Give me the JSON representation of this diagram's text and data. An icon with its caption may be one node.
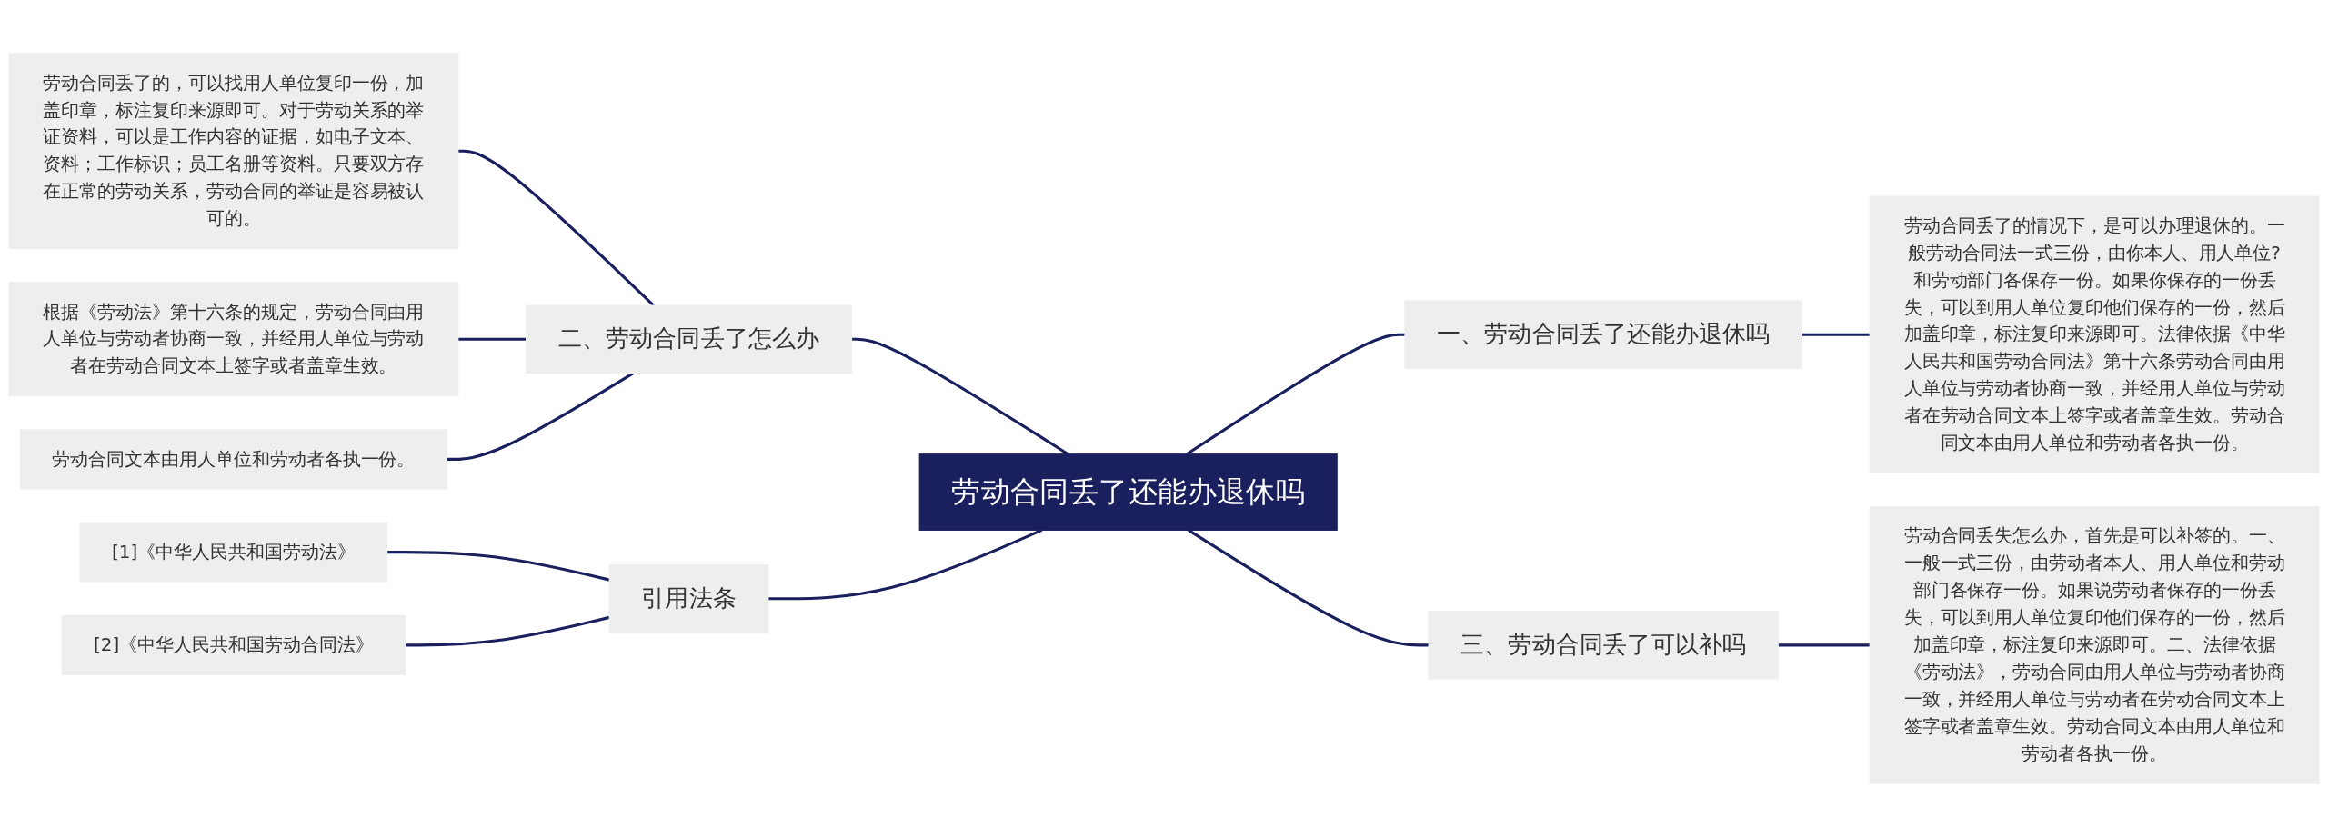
{
  "diagram": {
    "nodes": [
      {
        "text": [
          "劳动合同丢了还能办退休吗"
        ]
      },
      {
        "text": [
          "一、劳动合同丢了还能办退休吗"
        ]
      },
      {
        "text": [
          "劳动合同丢了的情况下，是可以办理退休的。一般劳动合同法一式三份，由你本人、用人单位?和劳动部门各保存一份。如果你保存的一份丢失，可以到用人单位复印他们保存的一份，然后加盖印章，标注复印来源即可。法律依据《中华人民共和国劳动合同法》第十六条劳动合同由用人单位与劳动者协商一致，并经用人单位与劳动者在劳动合同文本上签字或者盖章生效。劳动合同文本由用人单位和劳动者各执一份。"
        ]
      },
      {
        "text": [
          "三、劳动合同丢了可以补吗"
        ]
      },
      {
        "text": [
          "劳动合同丢失怎么办，首先是可以补签的。一、一般一式三份，由劳动者本人、用人单位和劳动部门各保存一份。如果说劳动者保存的一份丢失，可以到用人单位复印他们保存的一份，然后加盖印章，标注复印来源即可。二、法律依据《劳动法》，劳动合同由用人单位与劳动者协商一致，并经用人单位与劳动者在劳动合同文本上签字或者盖章生效。劳动合同文本由用人单位和劳动者各执一份。"
        ]
      },
      {
        "text": [
          "二、劳动合同丢了怎么办"
        ]
      },
      {
        "text": [
          "劳动合同丢了的，可以找用人单位复印一份，加盖印章，标注复印来源即可。对于劳动关系的举证资料，可以是工作内容的证据，如电子文本、资料；工作标识；员工名册等资料。只要双方存在正常的劳动关系，劳动合同的举证是容易被认可的。"
        ]
      },
      {
        "text": [
          "根据《劳动法》第十六条的规定，劳动合同由用人单位与劳动者协商一致，并经用人单位与劳动者在劳动合同文本上签字或者盖章生效。"
        ]
      },
      {
        "text": [
          "劳动合同文本由用人单位和劳动者各执一份。"
        ]
      },
      {
        "text": [
          "引用法条"
        ]
      },
      {
        "text": [
          "[1]《中华人民共和国劳动法》"
        ]
      },
      {
        "text": [
          "[2]《中华人民共和国劳动合同法》"
        ]
      }
    ],
    "edges": [
      {
        "from": 0,
        "to": 1,
        "arrow": "none"
      },
      {
        "from": 1,
        "to": 2,
        "arrow": "none"
      },
      {
        "from": 0,
        "to": 3,
        "arrow": "none"
      },
      {
        "from": 3,
        "to": 4,
        "arrow": "none"
      },
      {
        "from": 0,
        "to": 5,
        "arrow": "none"
      },
      {
        "from": 5,
        "to": 6,
        "arrow": "none"
      },
      {
        "from": 5,
        "to": 7,
        "arrow": "none"
      },
      {
        "from": 5,
        "to": 8,
        "arrow": "none"
      },
      {
        "from": 0,
        "to": 9,
        "arrow": "none"
      },
      {
        "from": 9,
        "to": 10,
        "arrow": "none"
      },
      {
        "from": 9,
        "to": 11,
        "arrow": "none"
      }
    ]
  }
}
